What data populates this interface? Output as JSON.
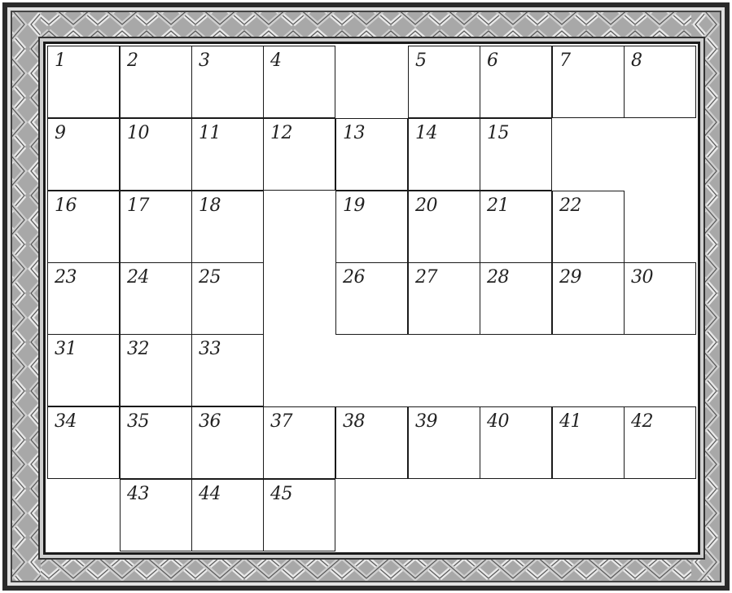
{
  "board": {
    "rows": [
      [
        "1",
        "2",
        "3",
        "4",
        null,
        "5",
        "6",
        "7",
        "8"
      ],
      [
        "9",
        "10",
        "11",
        "12",
        "13",
        "14",
        "15",
        null,
        null
      ],
      [
        "16",
        "17",
        "18",
        null,
        "19",
        "20",
        "21",
        "22",
        null
      ],
      [
        "23",
        "24",
        "25",
        null,
        "26",
        "27",
        "28",
        "29",
        "30"
      ],
      [
        "31",
        "32",
        "33",
        null,
        null,
        null,
        null,
        null,
        null
      ],
      [
        "34",
        "35",
        "36",
        "37",
        "38",
        "39",
        "40",
        "41",
        "42"
      ],
      [
        null,
        "43",
        "44",
        "45",
        null,
        null,
        null,
        null,
        null
      ]
    ]
  },
  "colors": {
    "frame_dark": "#1c1c1c",
    "frame_mid": "#8c8c8c",
    "frame_light": "#d9d9d9",
    "cell_line": "#1a1a1a",
    "board_bg": "#ffffff"
  }
}
